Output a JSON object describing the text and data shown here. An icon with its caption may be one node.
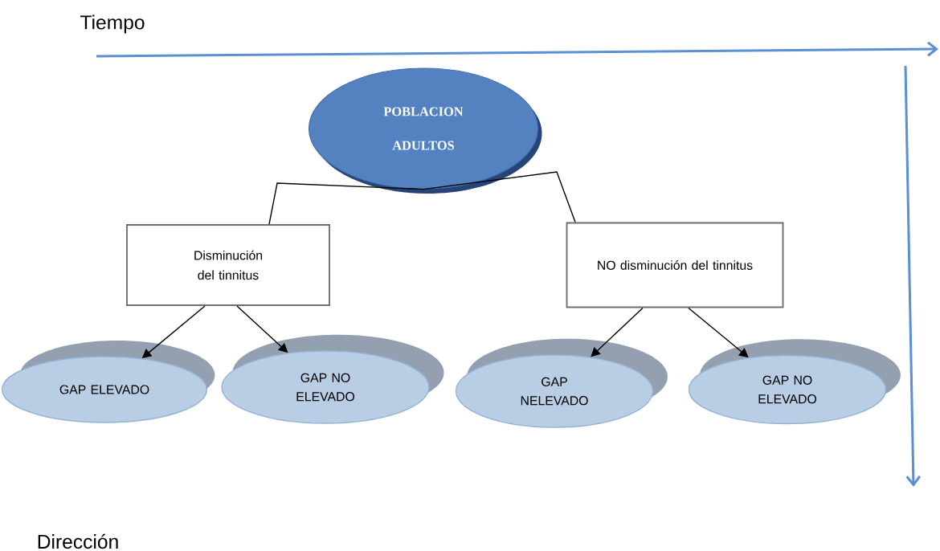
{
  "diagram": {
    "nodes": [
      {
        "text": [
          "POBLACION ADULTOS"
        ]
      },
      {
        "text": [
          "Disminución del tinnitus"
        ]
      },
      {
        "text": [
          "NO disminución del tinnitus"
        ]
      },
      {
        "text": [
          "GAP ELEVADO"
        ]
      },
      {
        "text": [
          "GAP NO ELEVADO"
        ]
      },
      {
        "text": [
          "GAP NELEVADO"
        ]
      },
      {
        "text": [
          "GAP NO ELEVADO"
        ]
      }
    ],
    "edges": [
      {
        "from": 0,
        "to": 1,
        "arrow": "none"
      },
      {
        "from": 0,
        "to": 2,
        "arrow": "none"
      },
      {
        "from": 1,
        "to": 3,
        "arrow": "to"
      },
      {
        "from": 1,
        "to": 4,
        "arrow": "to"
      },
      {
        "from": 2,
        "to": 5,
        "arrow": "to"
      },
      {
        "from": 2,
        "to": 6,
        "arrow": "to"
      }
    ],
    "labels": [
      "Tiempo",
      "Dirección"
    ]
  }
}
